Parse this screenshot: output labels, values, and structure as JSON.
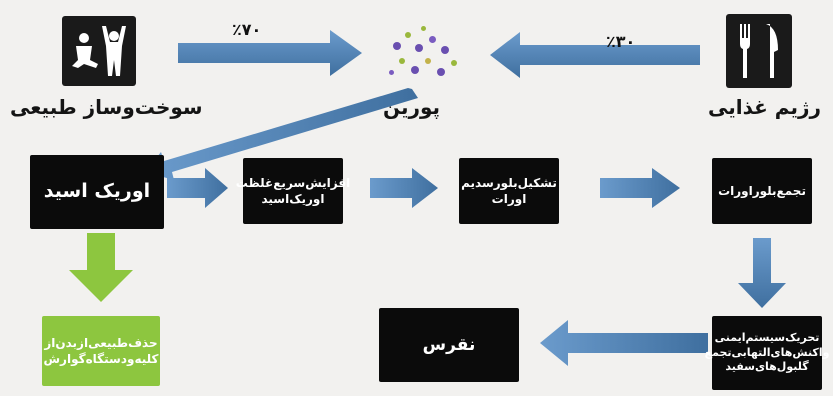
{
  "sources": {
    "left_label": "سوخت‌وساز طبیعی",
    "center_label": "پورین",
    "right_label": "رژیم غذایی",
    "left_percent": "٪۷۰",
    "right_percent": "٪۳۰"
  },
  "icons": {
    "left": "exercise-people-icon",
    "center": "purine-molecules-icon",
    "right": "fork-knife-icon"
  },
  "steps": {
    "uric_acid": "اوریک اسید",
    "rapid_increase": [
      "افزایش‌سریع‌غلظت",
      "اوریک‌اسید"
    ],
    "crystal_formation": [
      "تشکیل‌بلورسدیم",
      "اورات"
    ],
    "crystal_accumulation": "تجمع‌بلوراورات",
    "immune_response": [
      "تحریک‌سیستم‌ایمنی",
      "واکنش‌های‌التهابی‌تجمع",
      "گلبول‌های‌سفید"
    ],
    "gout": "نقرس",
    "natural_removal": [
      "حذف‌طبیعی‌ازبدن‌از",
      "کلیه‌ودستگاه‌گوارش"
    ]
  },
  "colors": {
    "arrow_blue": "#4f7fae",
    "arrow_green": "#8dc63f",
    "box_black": "#0b0b0b",
    "background": "#f2f1ef"
  }
}
